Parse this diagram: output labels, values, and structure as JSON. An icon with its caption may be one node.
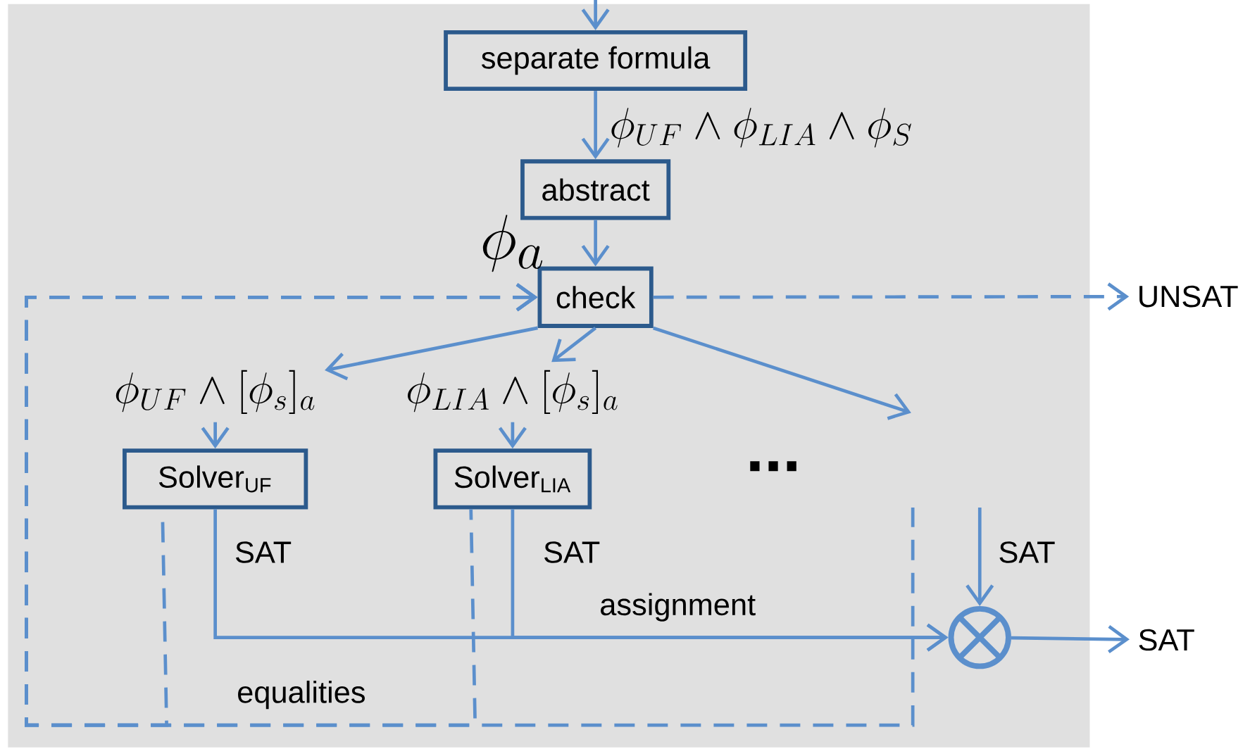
{
  "diagram": {
    "nodes": [
      {
        "text": [
          "separate formula"
        ]
      },
      {
        "text": [
          "abstract"
        ]
      },
      {
        "text": [
          "check"
        ]
      },
      {
        "text": [
          "\\phi_{UF} \\wedge [\\phi_s]_a"
        ]
      },
      {
        "text": [
          "\\phi_{LIA} \\wedge [\\phi_s]_a"
        ]
      },
      {
        "text": [
          "Solver$_{UF}$"
        ]
      },
      {
        "text": [
          "Solver$_{LIA}$"
        ]
      },
      {
        "text": [],
        "shape": "circle"
      },
      {
        "text": [
          "UNSAT"
        ]
      },
      {
        "text": [
          "SAT"
        ]
      }
    ],
    "edges": [
      {
        "from": null,
        "to": 0,
        "arrow": "to"
      },
      {
        "from": 0,
        "to": 1,
        "arrow": "to",
        "label": "\\phi_{UF} \\wedge \\phi_{LIA} \\wedge \\phi_S"
      },
      {
        "from": 1,
        "to": 2,
        "arrow": "to",
        "label": "\\phi_a"
      },
      {
        "from": 2,
        "to": 3,
        "arrow": "to"
      },
      {
        "from": 2,
        "to": 4,
        "arrow": "to"
      },
      {
        "from": 2,
        "to": null,
        "arrow": "to"
      },
      {
        "from": 3,
        "to": 5,
        "arrow": "to"
      },
      {
        "from": 4,
        "to": 6,
        "arrow": "to"
      },
      {
        "from": 5,
        "to": 7,
        "arrow": "to",
        "label": "SAT"
      },
      {
        "from": 6,
        "to": 7,
        "arrow": "to",
        "label": "SAT"
      },
      {
        "from": null,
        "to": 7,
        "arrow": "to",
        "label": "SAT"
      },
      {
        "from": 7,
        "to": 9,
        "arrow": "to"
      },
      {
        "from": 2,
        "to": 8,
        "arrow": "to",
        "style": "dashed"
      },
      {
        "from": 5,
        "to": 2,
        "arrow": "to",
        "style": "dashed"
      },
      {
        "from": 6,
        "to": 2,
        "arrow": "to",
        "style": "dashed",
        "label": "equalities"
      },
      {
        "from": null,
        "to": 2,
        "arrow": "to",
        "style": "dashed"
      }
    ],
    "labels": [
      "assignment",
      "..."
    ]
  }
}
